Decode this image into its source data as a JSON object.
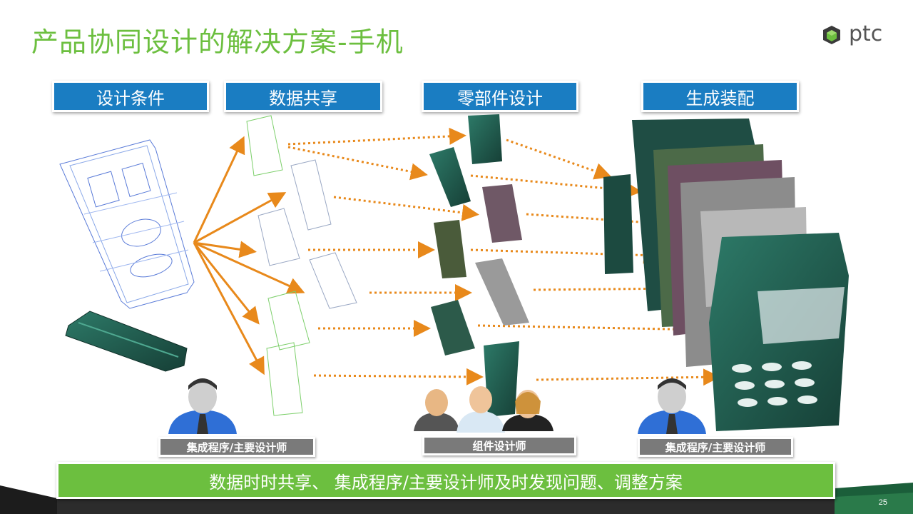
{
  "slide": {
    "title": "产品协同设计的解决方案-手机",
    "page_number": "25"
  },
  "logo": {
    "text": "ptc",
    "icon": "ptc-hexagon-logo-icon"
  },
  "headers": [
    {
      "label": "设计条件"
    },
    {
      "label": "数据共享"
    },
    {
      "label": "零部件设计"
    },
    {
      "label": "生成装配"
    }
  ],
  "roles": [
    {
      "label": "集成程序/主要设计师",
      "icon": "designer-person-icon"
    },
    {
      "label": "组件设计师",
      "icon": "designer-group-icon"
    },
    {
      "label": "集成程序/主要设计师",
      "icon": "designer-person-icon"
    }
  ],
  "banner": {
    "text": "数据时时共享、 集成程序/主要设计师及时发现问题、调整方案"
  },
  "colors": {
    "title_green": "#6cbf3f",
    "header_blue": "#1a7dc2",
    "label_gray": "#7a7a7a",
    "arrow_orange": "#e8891b",
    "part_green": "#1f5b4e"
  }
}
